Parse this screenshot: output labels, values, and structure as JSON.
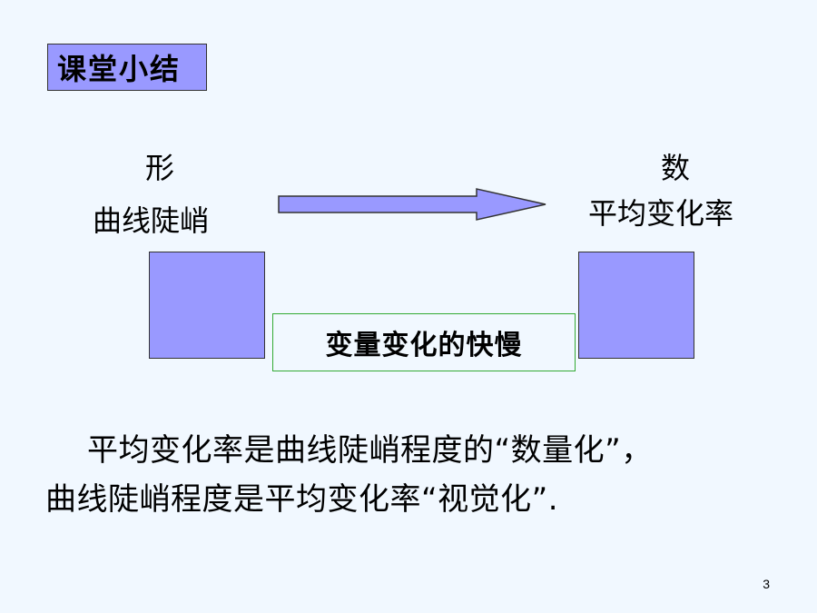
{
  "slide": {
    "title": "课堂小结",
    "shape_label": "形",
    "shape_description": "曲线陡峭",
    "number_label": "数",
    "number_description": "平均变化率",
    "middle_label": "变量变化的快慢",
    "summary_line1": "平均变化率是曲线陡峭程度的“数量化”，",
    "summary_line2": "曲线陡峭程度是平均变化率“视觉化”.",
    "page_number": "3"
  },
  "colors": {
    "background": "#f1f8ff",
    "box_fill": "#9999ff",
    "middle_border": "#33aa33"
  },
  "icons": {
    "arrow": "right-arrow-icon"
  }
}
